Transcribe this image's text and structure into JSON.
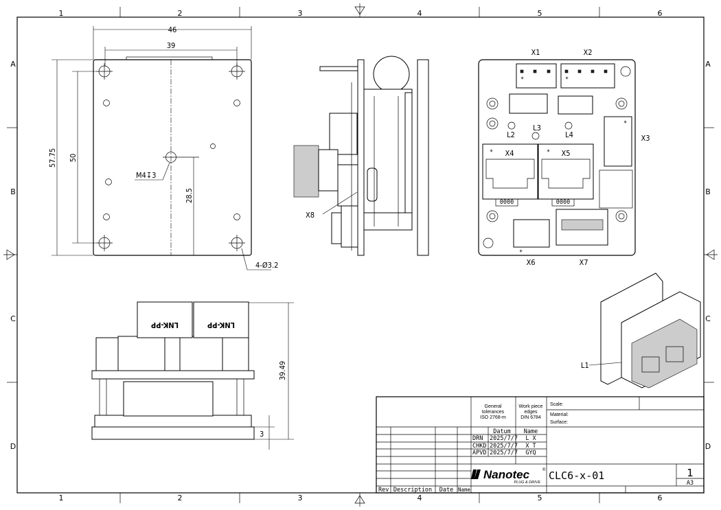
{
  "frame": {
    "columns": [
      "1",
      "2",
      "3",
      "4",
      "5",
      "6"
    ],
    "rows": [
      "A",
      "B",
      "C",
      "D"
    ]
  },
  "top_view": {
    "dims": {
      "width_total": "46",
      "width_holes": "39",
      "height_total": "57.75",
      "height_holes": "50",
      "hole_offset": "28.5"
    },
    "callouts": {
      "thread": "M4↧3",
      "holes": "4-Ø3.2"
    }
  },
  "side_view": {
    "labels": {
      "x8": "X8"
    }
  },
  "connector_view": {
    "labels": {
      "x1": "X1",
      "x2": "X2",
      "x3": "X3",
      "x4": "X4",
      "x5": "X5",
      "x6": "X6",
      "x7": "X7",
      "l2": "L2",
      "l3": "L3",
      "l4": "L4",
      "pins": "0000",
      "star": "*"
    }
  },
  "front_view": {
    "dims": {
      "height": "39.49",
      "base": "3"
    },
    "jack_text": "LNK-PP"
  },
  "iso_view": {
    "labels": {
      "l1": "L1"
    }
  },
  "title_block": {
    "general_tolerances": [
      "General",
      "tolerances",
      "ISO 2768-m"
    ],
    "workpiece_edges": [
      "Work piece",
      "edges",
      "DIN 6784"
    ],
    "scale_label": "Scale:",
    "material_label": "Material:",
    "surface_label": "Surface:",
    "datum_header": "Datum",
    "name_header": "Name",
    "approvals": [
      {
        "role": "DRN",
        "date": "2025/7/7",
        "name": "L X"
      },
      {
        "role": "CHKD",
        "date": "2025/7/7",
        "name": "X T"
      },
      {
        "role": "APVD",
        "date": "2025/7/7",
        "name": "GYQ"
      }
    ],
    "revision_headers": {
      "rev": "Rev",
      "description": "Description",
      "date": "Date",
      "name": "Name"
    },
    "logo": {
      "brand": "Nanotec",
      "tagline": "PLUG & DRIVE",
      "registered": "®"
    },
    "drawing_number": "CLC6-x-01",
    "sheet": "1",
    "format": "A3"
  }
}
